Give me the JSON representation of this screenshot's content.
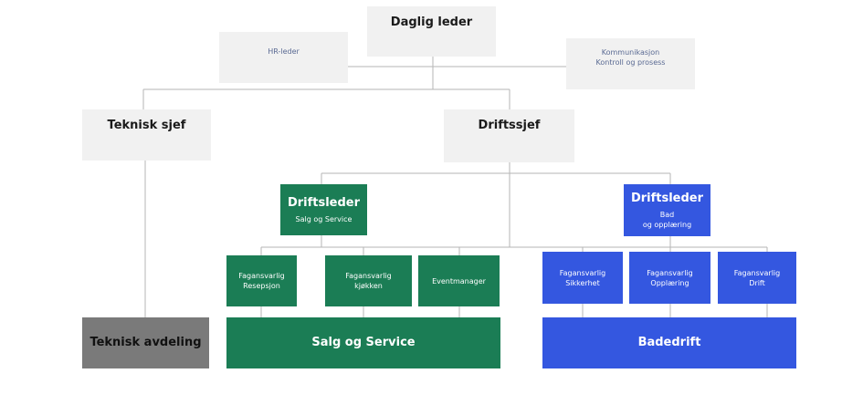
{
  "chart": {
    "ceo": {
      "title": "Daglig leder"
    },
    "hr": {
      "title": "HR-leder"
    },
    "comm": {
      "line1": "Kommunikasjon",
      "line2": "Kontroll og prosess"
    },
    "tech_chief": {
      "title": "Teknisk sjef"
    },
    "ops_chief": {
      "title": "Driftssjef"
    },
    "ops_sales": {
      "title": "Driftsleder",
      "subtitle": "Salg og Service"
    },
    "ops_bath": {
      "title": "Driftsleder",
      "line1": "Bad",
      "line2": "og opplæring"
    },
    "fag_resepsjon": {
      "line1": "Fagansvarlig",
      "line2": "Resepsjon"
    },
    "fag_kjokken": {
      "line1": "Fagansvarlig",
      "line2": "kjøkken"
    },
    "eventmanager": {
      "title": "Eventmanager"
    },
    "fag_sikkerhet": {
      "line1": "Fagansvarlig",
      "line2": "Sikkerhet"
    },
    "fag_opplaering": {
      "line1": "Fagansvarlig",
      "line2": "Opplæring"
    },
    "fag_drift": {
      "line1": "Fagansvarlig",
      "line2": "Drift"
    },
    "dept_tech": {
      "title": "Teknisk avdeling"
    },
    "dept_sales": {
      "title": "Salg og Service"
    },
    "dept_bath": {
      "title": "Badedrift"
    }
  }
}
